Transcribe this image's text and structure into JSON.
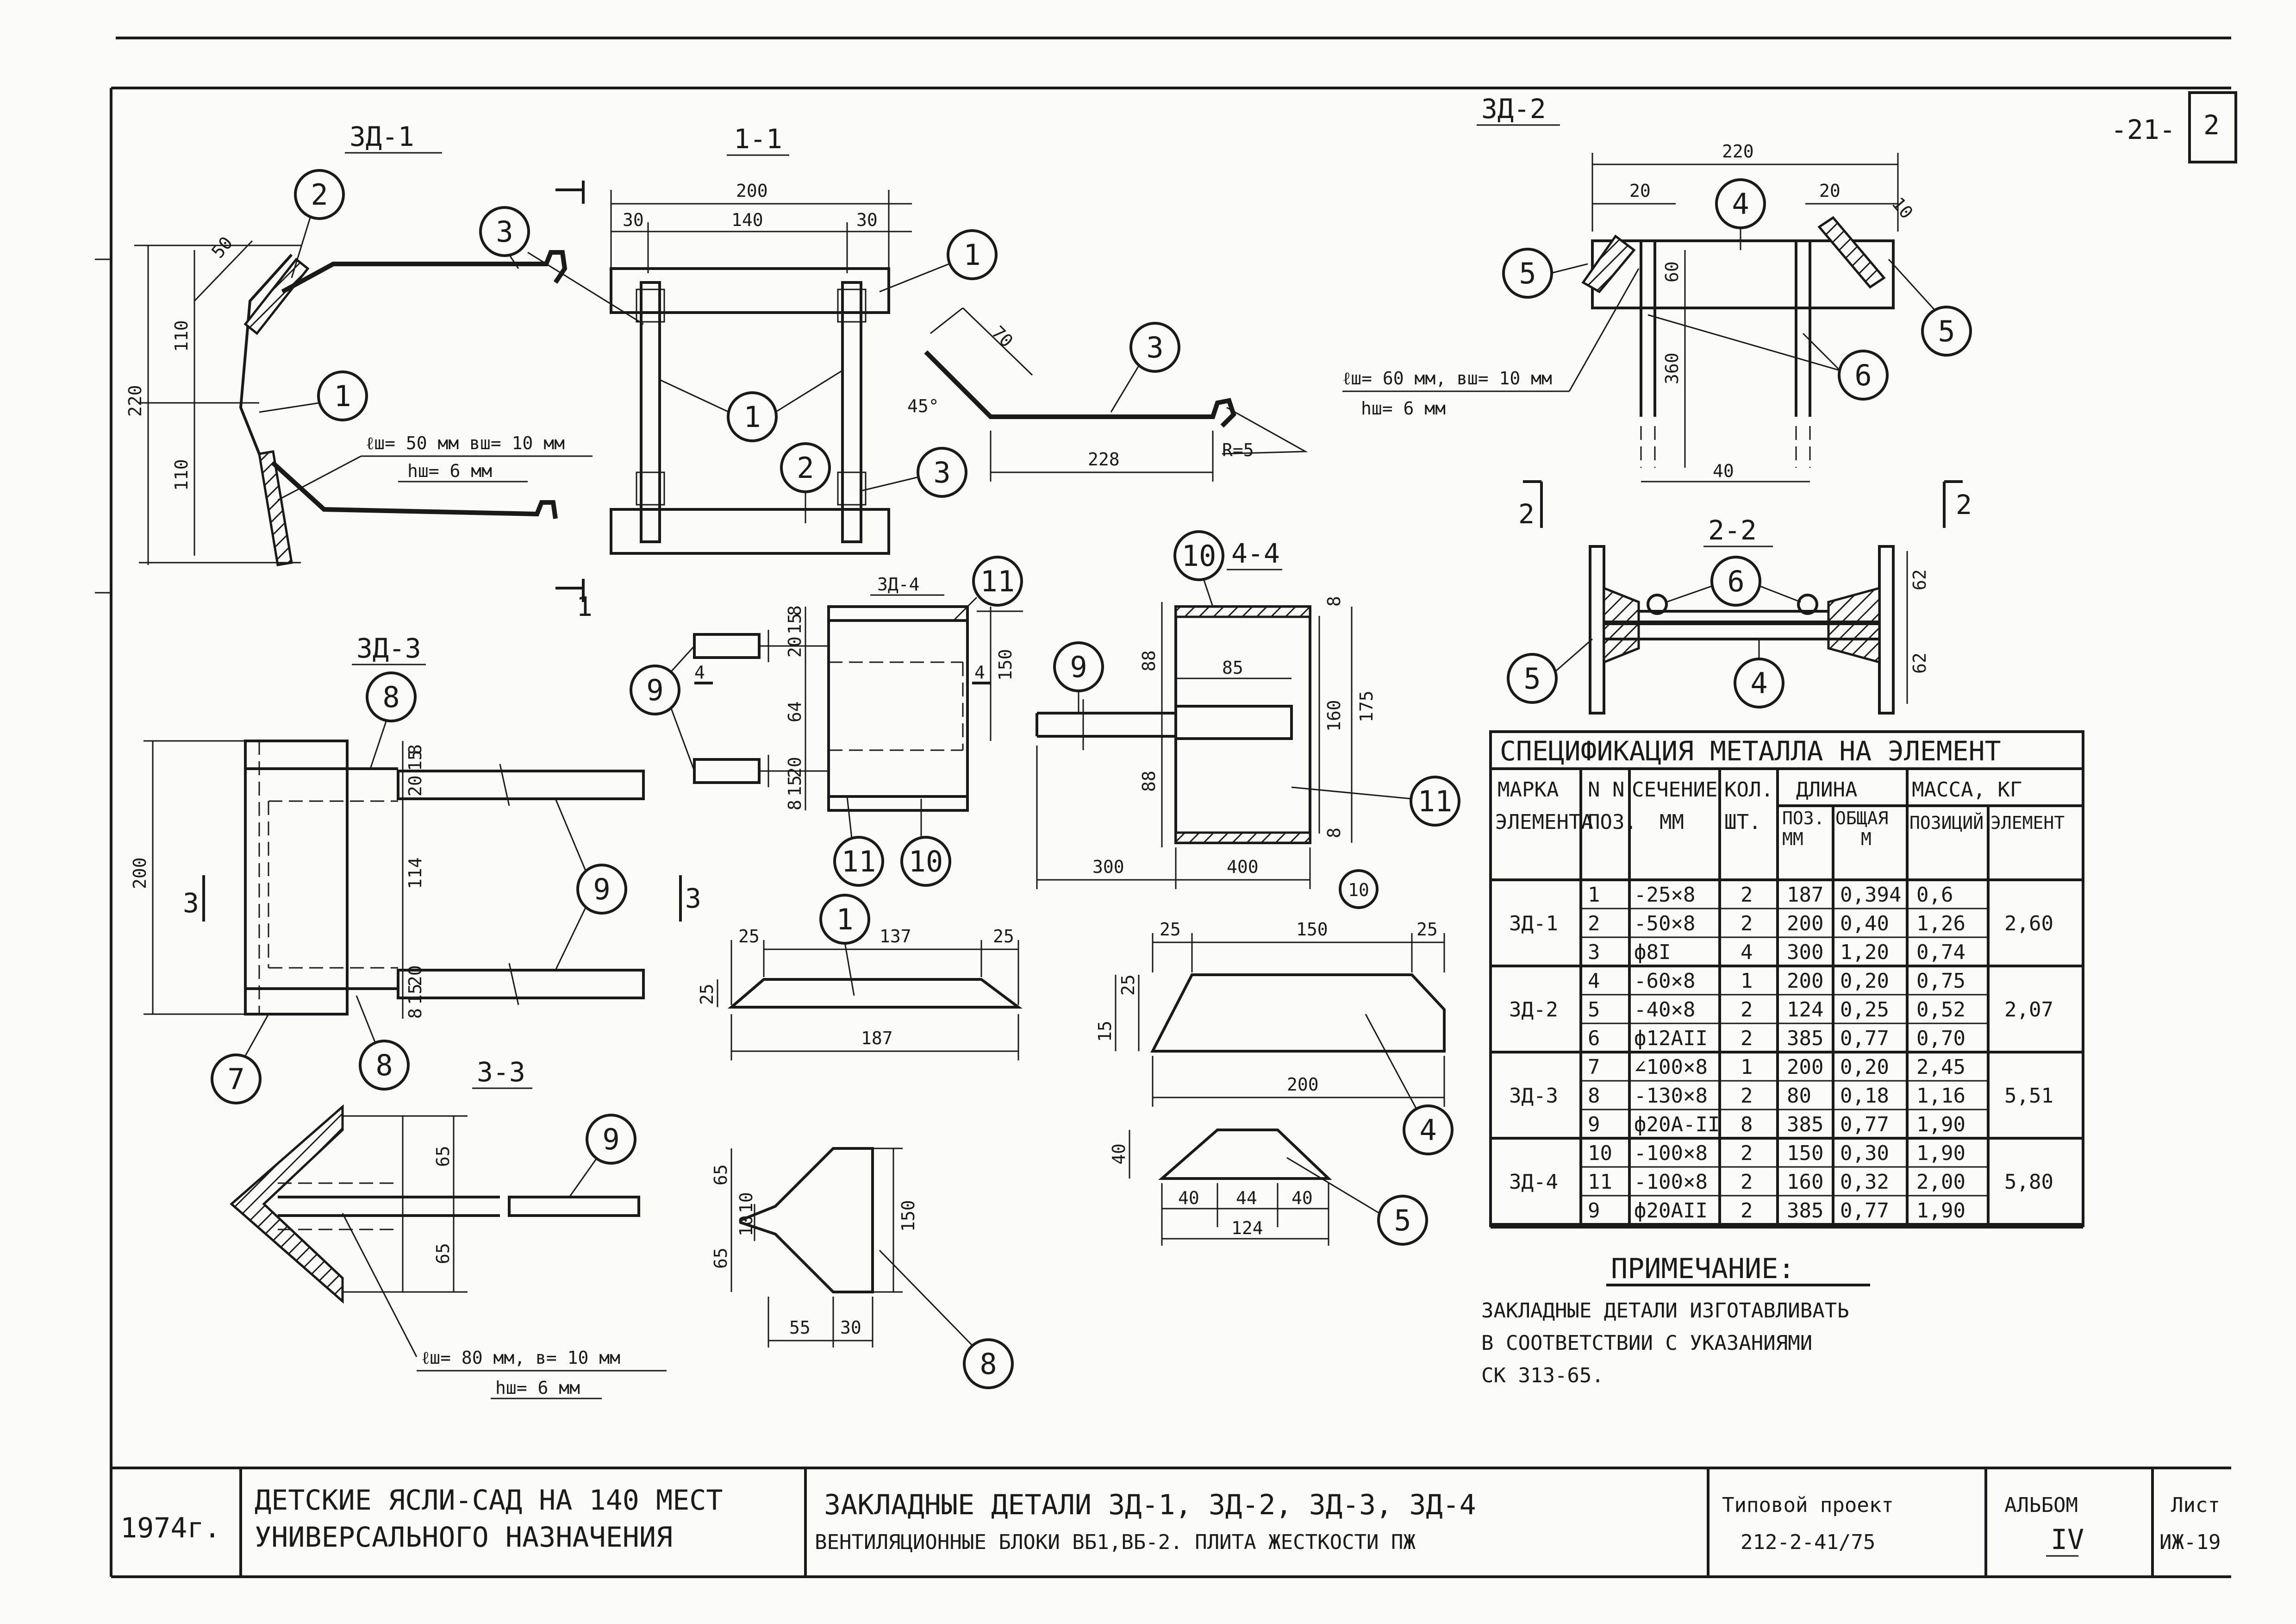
{
  "sheet": {
    "page_number": "-21-",
    "corner_mark": "2"
  },
  "views": {
    "zd1": {
      "title": "ЗД-1",
      "dims": [
        "50",
        "110",
        "220",
        "110"
      ],
      "weld_note": [
        "ℓш= 50 мм  вш= 10 мм",
        "hш= 6 мм"
      ],
      "callouts": [
        "2",
        "3",
        "1"
      ]
    },
    "s11": {
      "title": "1-1",
      "dims": [
        "200",
        "30",
        "140",
        "30"
      ],
      "callouts": [
        "1",
        "3",
        "1",
        "2",
        "3"
      ],
      "section_mark": "1"
    },
    "bar3": {
      "dims": [
        "70",
        "45°",
        "228",
        "R=5"
      ],
      "callouts": [
        "3"
      ]
    },
    "zd2": {
      "title": "ЗД-2",
      "dims": [
        "220",
        "20",
        "20",
        "10",
        "60",
        "360",
        "40"
      ],
      "weld_note": [
        "ℓш= 60 мм, вш= 10 мм",
        "hш= 6 мм"
      ],
      "callouts": [
        "4",
        "5",
        "5",
        "6"
      ],
      "section_mark": "2"
    },
    "s22": {
      "title": "2-2",
      "dims": [
        "62",
        "62"
      ],
      "callouts": [
        "6",
        "5",
        "4"
      ]
    },
    "zd4": {
      "title": "ЗД-4",
      "dims": [
        "8",
        "15",
        "20",
        "64",
        "20",
        "15",
        "8",
        "150"
      ],
      "callouts": [
        "11",
        "9",
        "11",
        "10"
      ],
      "section_mark": "4"
    },
    "s44": {
      "title": "4-4",
      "dims": [
        "8",
        "88",
        "85",
        "88",
        "160",
        "175",
        "8",
        "300",
        "400"
      ],
      "callouts": [
        "10",
        "9",
        "11",
        "10"
      ]
    },
    "zd3": {
      "title": "ЗД-3",
      "dims": [
        "200",
        "8",
        "15",
        "20",
        "114",
        "20",
        "15",
        "8"
      ],
      "callouts": [
        "8",
        "9",
        "7",
        "8"
      ],
      "section_mark": "3"
    },
    "s33": {
      "title": "3-3",
      "dims": [
        "65",
        "65"
      ],
      "weld_note": [
        "ℓш= 80 мм, в= 10 мм",
        "hш= 6 мм"
      ],
      "callouts": [
        "9"
      ]
    },
    "p1": {
      "dims": [
        "25",
        "137",
        "25",
        "25",
        "187"
      ],
      "callouts": [
        "1"
      ]
    },
    "p4": {
      "dims": [
        "25",
        "150",
        "25",
        "15",
        "25",
        "200"
      ],
      "callouts": [
        "4"
      ]
    },
    "p8": {
      "dims": [
        "65",
        "10",
        "10",
        "65",
        "150",
        "55",
        "30"
      ],
      "callouts": [
        "8"
      ]
    },
    "p5": {
      "dims": [
        "40",
        "40",
        "44",
        "40",
        "124"
      ],
      "callouts": [
        "5"
      ]
    }
  },
  "spec_table": {
    "title": "СПЕЦИФИКАЦИЯ МЕТАЛЛА НА ЭЛЕМЕНТ",
    "headers": {
      "mark": [
        "МАРКА",
        "ЭЛЕМЕНТА"
      ],
      "pos": [
        "N N",
        "ПОЗ."
      ],
      "section": [
        "СЕЧЕНИЕ",
        "ММ"
      ],
      "qty": [
        "КОЛ.",
        "ШТ."
      ],
      "length": "ДЛИНА",
      "length_pos": [
        "ПОЗ.",
        "ММ"
      ],
      "length_total": [
        "ОБЩАЯ",
        "М"
      ],
      "mass": "МАССА, КГ",
      "mass_pos": "ПОЗИЦИЙ",
      "mass_el": "ЭЛЕМЕНТ"
    },
    "groups": [
      {
        "mark": "ЗД-1",
        "total": "2,60",
        "rows": [
          [
            "1",
            "-25×8",
            "2",
            "187",
            "0,394",
            "0,6"
          ],
          [
            "2",
            "-50×8",
            "2",
            "200",
            "0,40",
            "1,26"
          ],
          [
            "3",
            "ф8I",
            "4",
            "300",
            "1,20",
            "0,74"
          ]
        ]
      },
      {
        "mark": "ЗД-2",
        "total": "2,07",
        "rows": [
          [
            "4",
            "-60×8",
            "1",
            "200",
            "0,20",
            "0,75"
          ],
          [
            "5",
            "-40×8",
            "2",
            "124",
            "0,25",
            "0,52"
          ],
          [
            "6",
            "ф12АII",
            "2",
            "385",
            "0,77",
            "0,70"
          ]
        ]
      },
      {
        "mark": "ЗД-3",
        "total": "5,51",
        "rows": [
          [
            "7",
            "∠100×8",
            "1",
            "200",
            "0,20",
            "2,45"
          ],
          [
            "8",
            "-130×8",
            "2",
            "80",
            "0,18",
            "1,16"
          ],
          [
            "9",
            "ф20А-II",
            "8",
            "385",
            "0,77",
            "1,90"
          ]
        ]
      },
      {
        "mark": "ЗД-4",
        "total": "5,80",
        "rows": [
          [
            "10",
            "-100×8",
            "2",
            "150",
            "0,30",
            "1,90"
          ],
          [
            "11",
            "-100×8",
            "2",
            "160",
            "0,32",
            "2,00"
          ],
          [
            "9",
            "ф20АII",
            "2",
            "385",
            "0,77",
            "1,90"
          ]
        ]
      }
    ]
  },
  "note": {
    "heading": "ПРИМЕЧАНИЕ:",
    "lines": [
      "ЗАКЛАДНЫЕ ДЕТАЛИ ИЗГОТАВЛИВАТЬ",
      "В СООТВЕТСТВИИ С УКАЗАНИЯМИ",
      "СК 313-65."
    ]
  },
  "title_block": {
    "year": "1974г.",
    "project_name": [
      "ДЕТСКИЕ ЯСЛИ-САД НА 140 МЕСТ",
      "УНИВЕРСАЛЬНОГО НАЗНАЧЕНИЯ"
    ],
    "drawing_title": [
      "ЗАКЛАДНЫЕ ДЕТАЛИ ЗД-1, ЗД-2, ЗД-3, ЗД-4",
      "ВЕНТИЛЯЦИОННЫЕ БЛОКИ ВБ1,ВБ-2. ПЛИТА ЖЕСТКОСТИ ПЖ"
    ],
    "project_label": "Типовой проект",
    "project_number": "212-2-41/75",
    "album_label": "АЛЬБОМ",
    "album_number": "IV",
    "sheet_label": "Лист",
    "sheet_number": "ИЖ-19"
  }
}
